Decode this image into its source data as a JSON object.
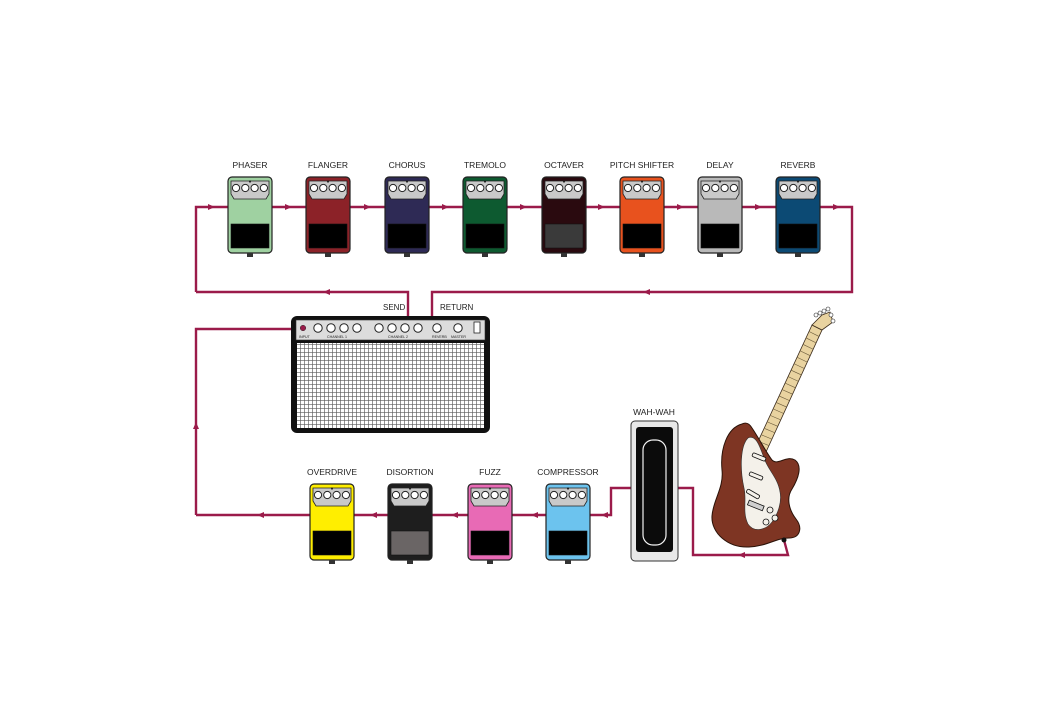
{
  "diagram": {
    "cable_color": "#9b1b4a",
    "loop_pedals": [
      {
        "name": "PHASER",
        "color": "#9fd1a1",
        "bottom": "#000000"
      },
      {
        "name": "FLANGER",
        "color": "#8c2228",
        "bottom": "#000000"
      },
      {
        "name": "CHORUS",
        "color": "#2e2a55",
        "bottom": "#000000"
      },
      {
        "name": "TREMOLO",
        "color": "#0d5a30",
        "bottom": "#000000"
      },
      {
        "name": "OCTAVER",
        "color": "#2a0a0f",
        "bottom": "#3a3a3a"
      },
      {
        "name": "PITCH SHIFTER",
        "color": "#e8521e",
        "bottom": "#000000"
      },
      {
        "name": "DELAY",
        "color": "#b9b9b9",
        "bottom": "#000000"
      },
      {
        "name": "REVERB",
        "color": "#0c4a74",
        "bottom": "#000000"
      }
    ],
    "front_pedals": [
      {
        "name": "OVERDRIVE",
        "color": "#ffee00",
        "bottom": "#000000"
      },
      {
        "name": "DISORTION",
        "color": "#1e1e1e",
        "bottom": "#6a6565"
      },
      {
        "name": "FUZZ",
        "color": "#e86ab5",
        "bottom": "#000000"
      },
      {
        "name": "COMPRESSOR",
        "color": "#6cc3ee",
        "bottom": "#000000"
      }
    ],
    "wah": {
      "name": "WAH-WAH"
    },
    "amp": {
      "send_label": "SEND",
      "return_label": "RETURN",
      "input_label": "INPUT",
      "channel1_label": "CHANNEL 1",
      "channel2_label": "CHANNEL 2",
      "reverb_label": "REVERB",
      "master_label": "MASTER"
    },
    "guitar": {
      "body_color": "#7e3523"
    }
  }
}
